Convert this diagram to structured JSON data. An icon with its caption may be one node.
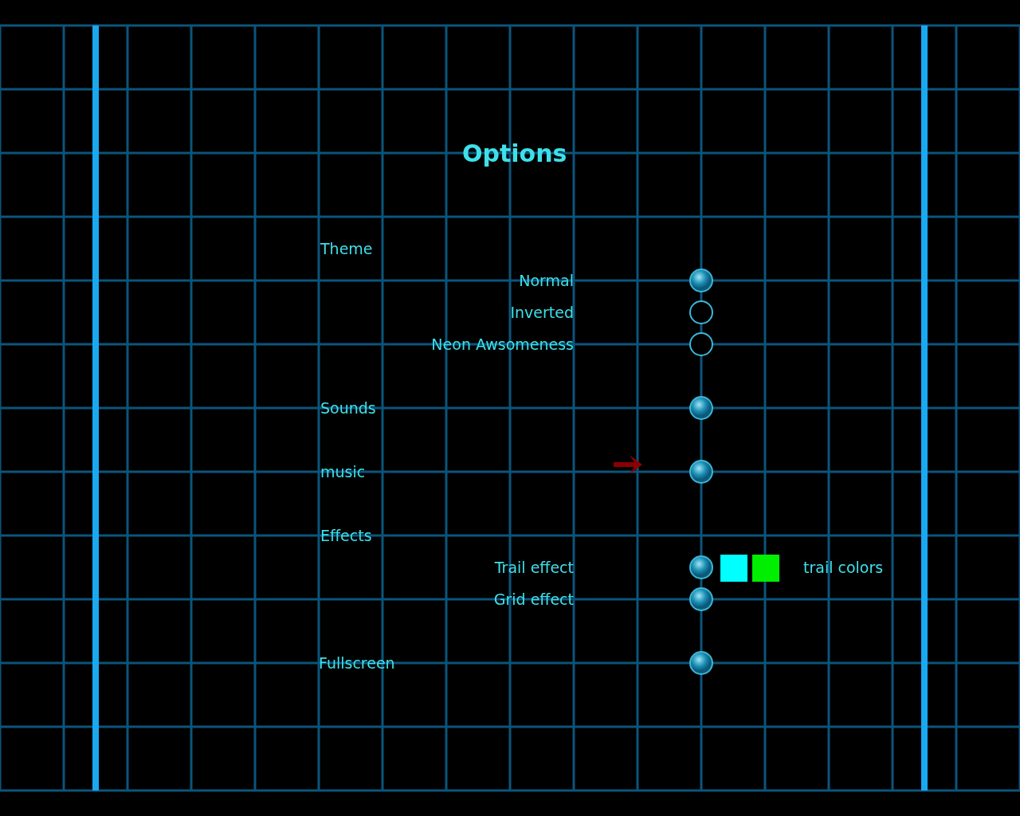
{
  "diagram": {
    "title": "Options",
    "labels": [
      "Theme",
      "Normal",
      "Inverted",
      "Neon Awsomeness",
      "Sounds",
      "music",
      "Effects",
      "Trail effect",
      "Grid effect",
      "Fullscreen",
      "trail colors"
    ]
  }
}
